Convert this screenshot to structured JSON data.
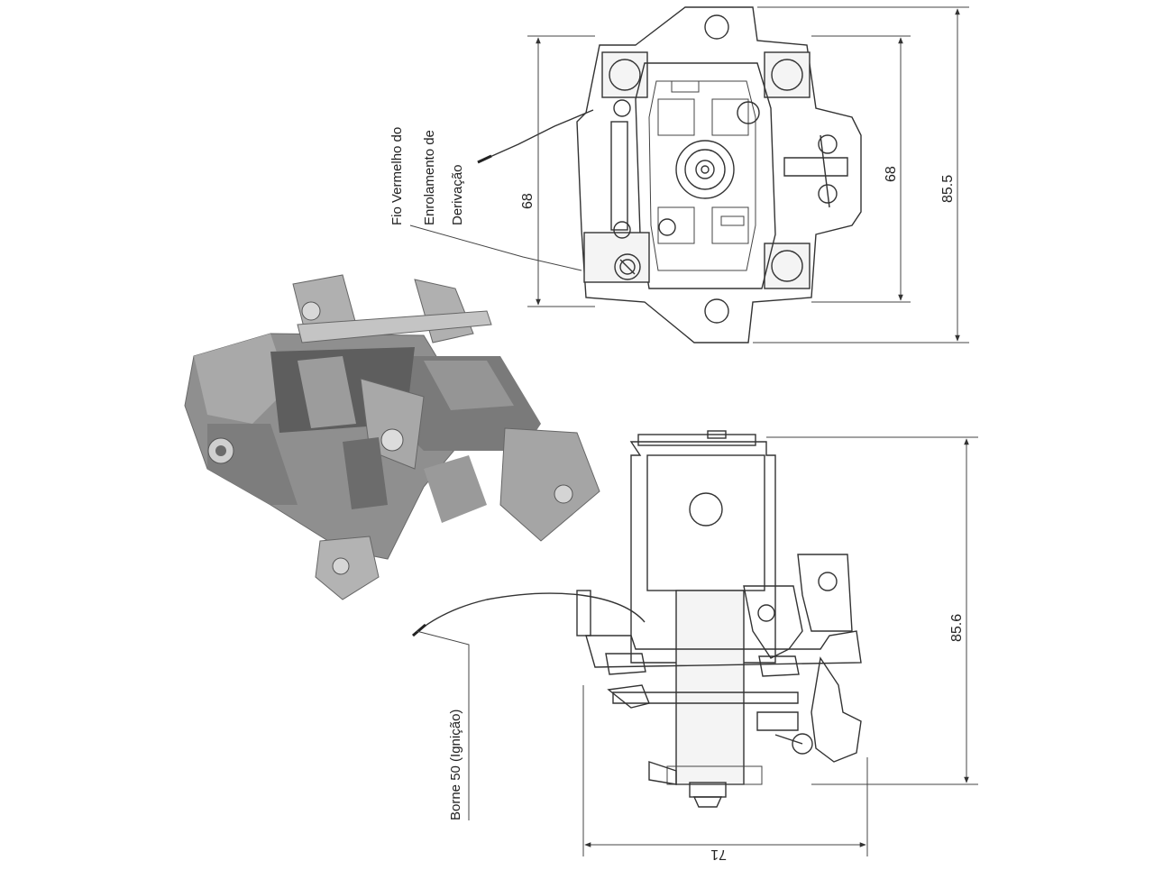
{
  "labels": {
    "lead_wire_note": [
      "Fio Vermelho do",
      "Enrolamento de",
      "Derivação"
    ],
    "terminal_note": "Borne 50 (Ignição)"
  },
  "dimensions": {
    "top_view_inner_height_left": "68",
    "top_view_inner_height_right": "68",
    "top_view_overall_height": "85.5",
    "side_view_overall_height": "85.6",
    "side_view_width": "71"
  },
  "colors": {
    "line": "#333333",
    "photo_body": "#8c8c8c",
    "photo_dark": "#555555",
    "photo_light": "#b5b5b5"
  }
}
